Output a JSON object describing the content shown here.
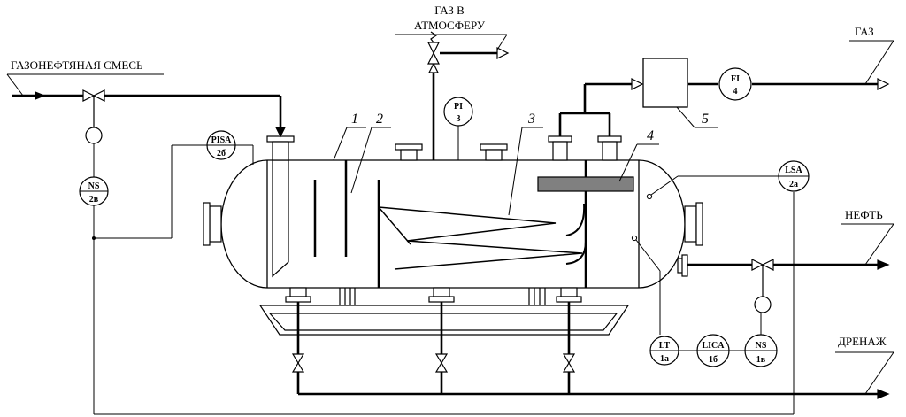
{
  "labels": {
    "inlet": "ГАЗОНЕФТЯНАЯ СМЕСЬ",
    "vent_line1": "ГАЗ В",
    "vent_line2": "АТМОСФЕРУ",
    "gas": "ГАЗ",
    "oil": "НЕФТЬ",
    "drain": "ДРЕНАЖ"
  },
  "callouts": [
    "1",
    "2",
    "3",
    "4",
    "5"
  ],
  "instruments": [
    {
      "id": "pisa",
      "top": "PISA",
      "bottom": "2б"
    },
    {
      "id": "pi",
      "top": "PI",
      "bottom": "3"
    },
    {
      "id": "fi",
      "top": "FI",
      "bottom": "4"
    },
    {
      "id": "lsa",
      "top": "LSA",
      "bottom": "2а"
    },
    {
      "id": "ns-inlet",
      "top": "NS",
      "bottom": "2в"
    },
    {
      "id": "lt",
      "top": "LT",
      "bottom": "1а"
    },
    {
      "id": "lica",
      "top": "LICA",
      "bottom": "1б"
    },
    {
      "id": "ns-oil",
      "top": "NS",
      "bottom": "1в"
    }
  ],
  "line_color": "#000000",
  "fill_color": "#ffffff",
  "internal_plate_color": "#808080"
}
